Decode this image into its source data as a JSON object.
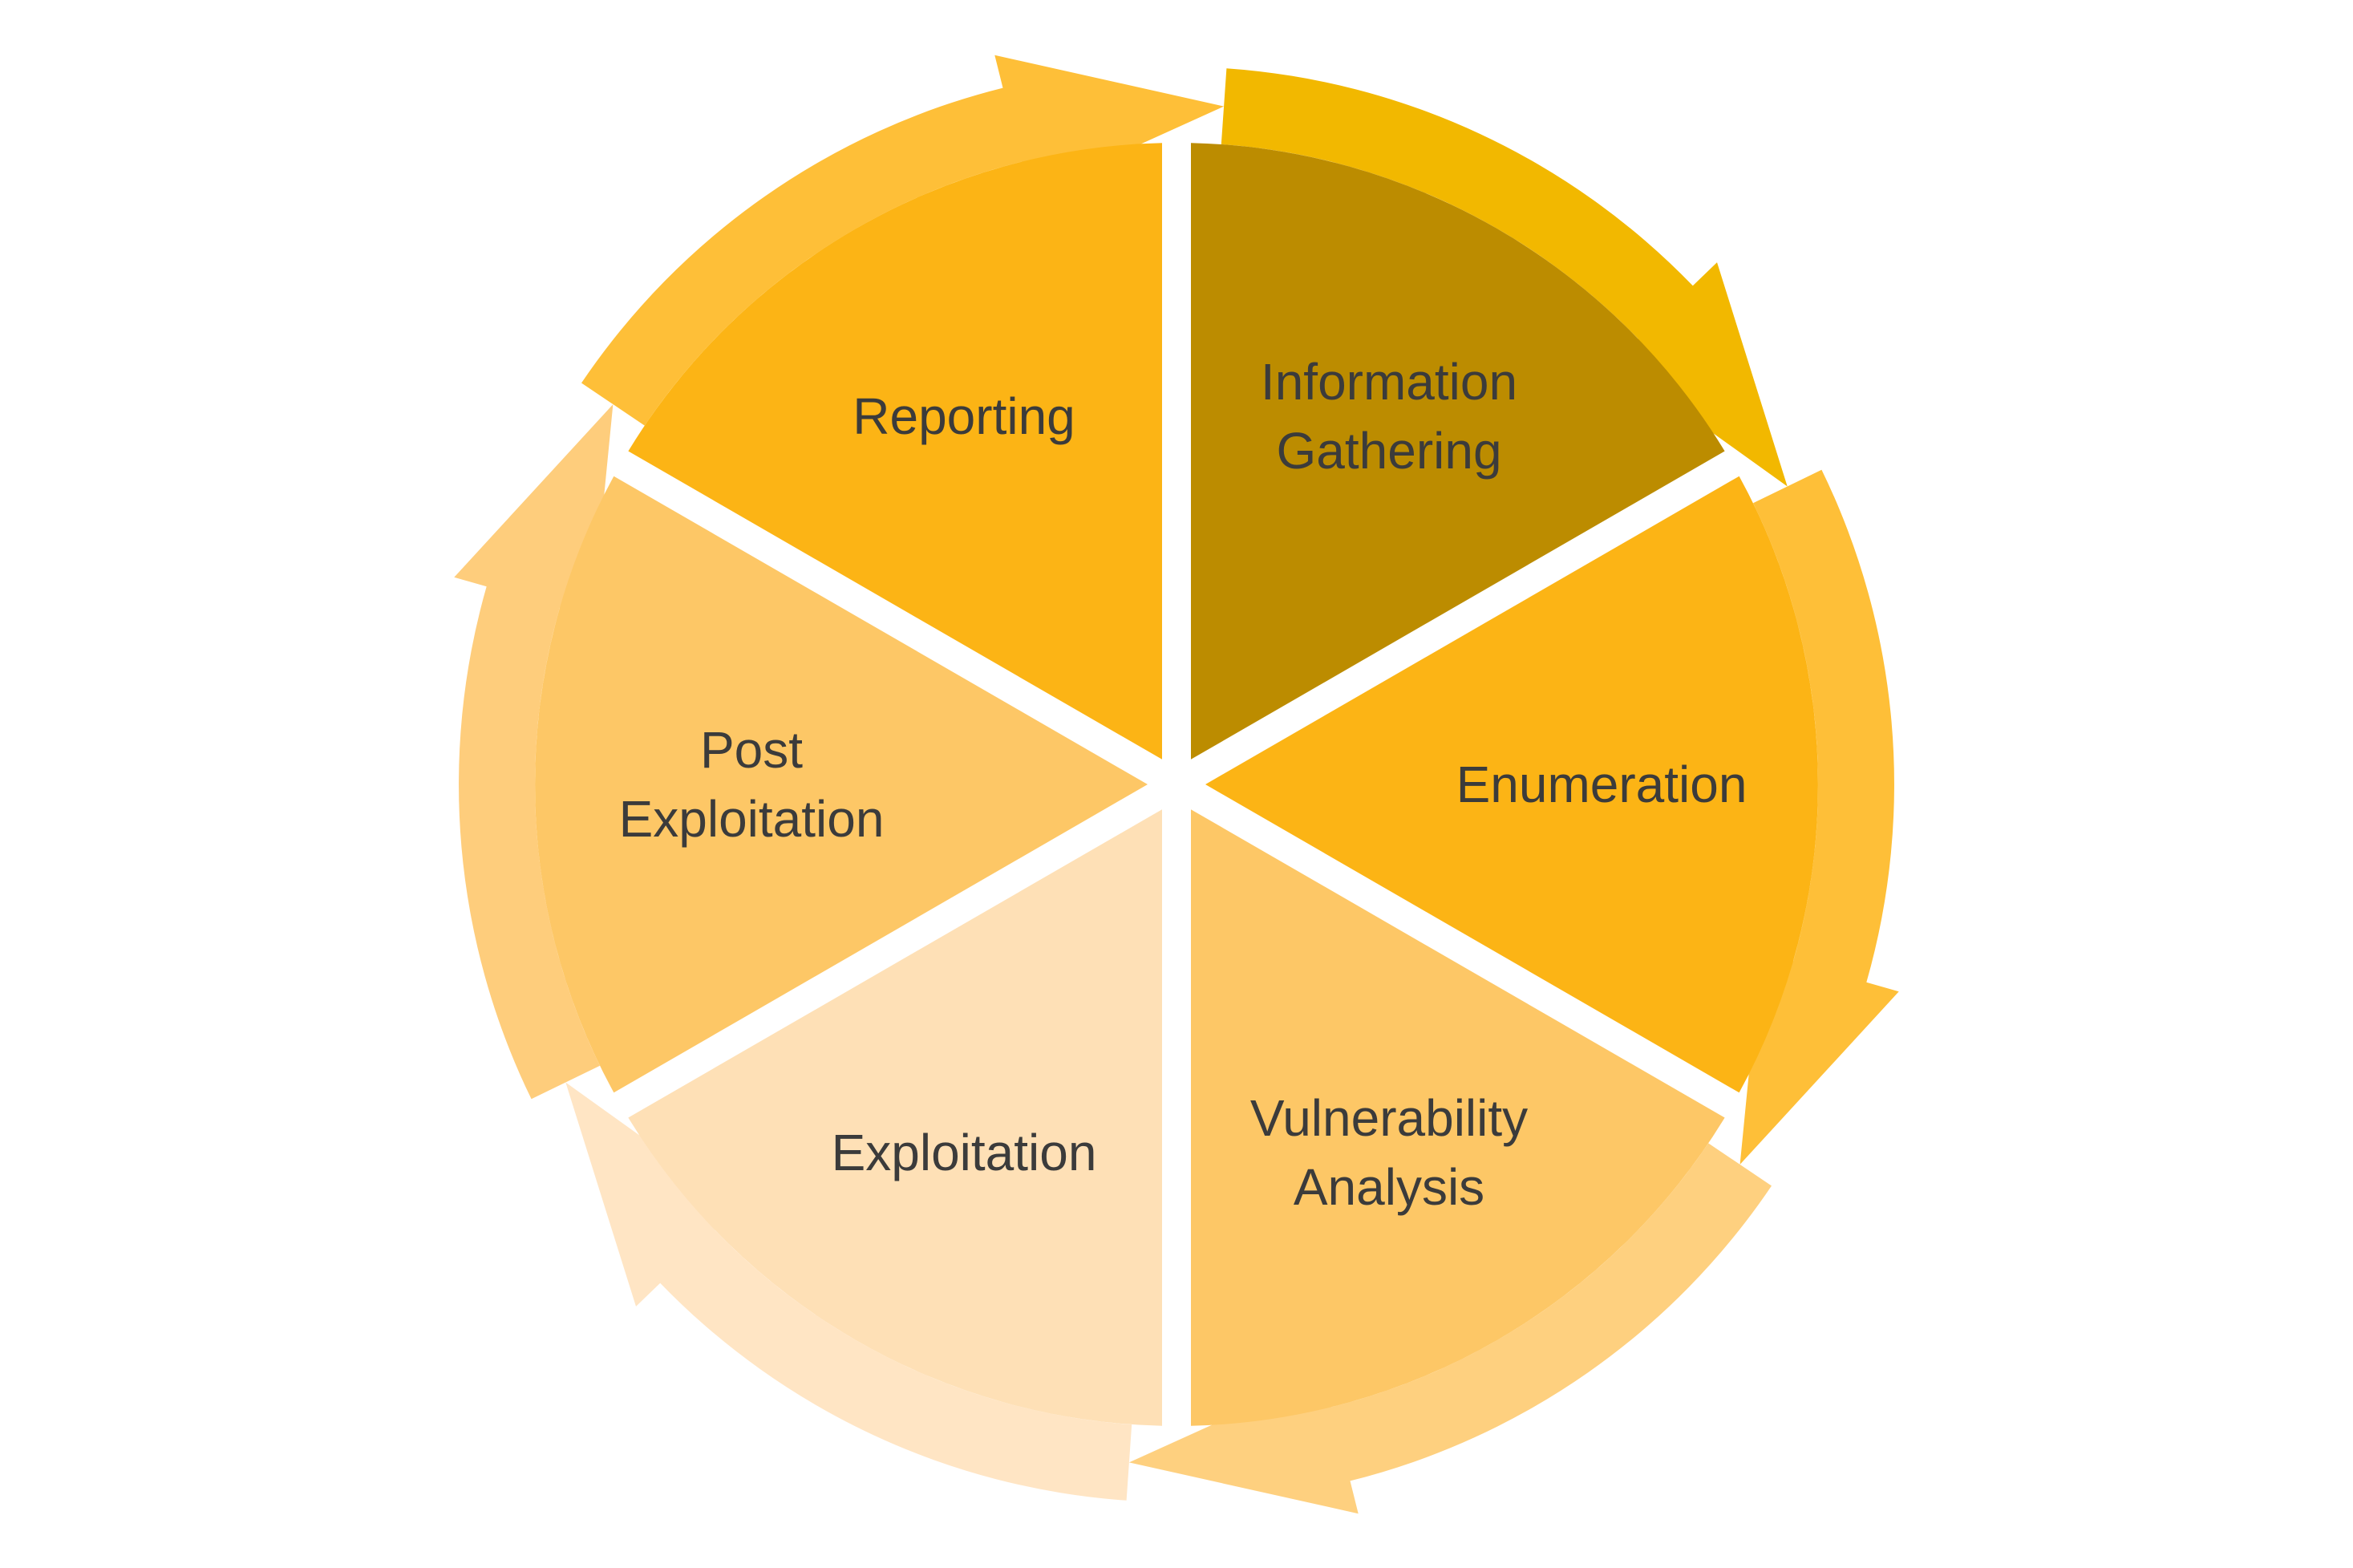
{
  "diagram": {
    "type": "cycle",
    "direction": "clockwise",
    "segments": [
      {
        "id": "information-gathering",
        "lines": [
          "Information",
          "Gathering"
        ],
        "fill": "#BC8C00",
        "arrow": "#F2B800"
      },
      {
        "id": "enumeration",
        "lines": [
          "Enumeration"
        ],
        "fill": "#FCB415",
        "arrow": "#FEBF38"
      },
      {
        "id": "vulnerability-analysis",
        "lines": [
          "Vulnerability",
          "Analysis"
        ],
        "fill": "#FDC766",
        "arrow": "#FED07F"
      },
      {
        "id": "exploitation",
        "lines": [
          "Exploitation"
        ],
        "fill": "#FEE0B6",
        "arrow": "#FFE5C4"
      },
      {
        "id": "post-exploitation",
        "lines": [
          "Post",
          "Exploitation"
        ],
        "fill": "#FDC766",
        "arrow": "#FECD7C"
      },
      {
        "id": "reporting",
        "lines": [
          "Reporting"
        ],
        "fill": "#FCB415",
        "arrow": "#FEBF38"
      }
    ]
  }
}
